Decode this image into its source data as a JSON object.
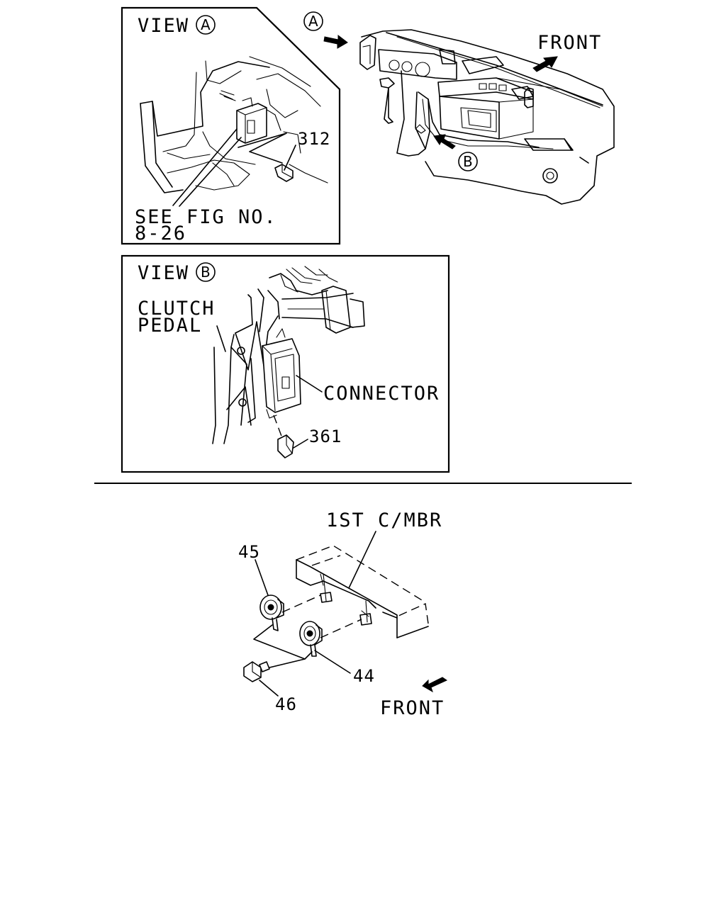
{
  "view_a": {
    "title": "VIEW",
    "letter": "A",
    "part_312": "312",
    "see_fig_line1": "SEE FIG NO.",
    "see_fig_line2": "8-26"
  },
  "overview": {
    "marker_a": "A",
    "marker_b": "B",
    "front_label": "FRONT"
  },
  "view_b": {
    "title": "VIEW",
    "letter": "B",
    "clutch_line1": "CLUTCH",
    "clutch_line2": "PEDAL",
    "connector": "CONNECTOR",
    "part_361": "361"
  },
  "horn_assembly": {
    "member_label": "1ST C/MBR",
    "part_45": "45",
    "part_44": "44",
    "part_46": "46",
    "front_label": "FRONT"
  }
}
